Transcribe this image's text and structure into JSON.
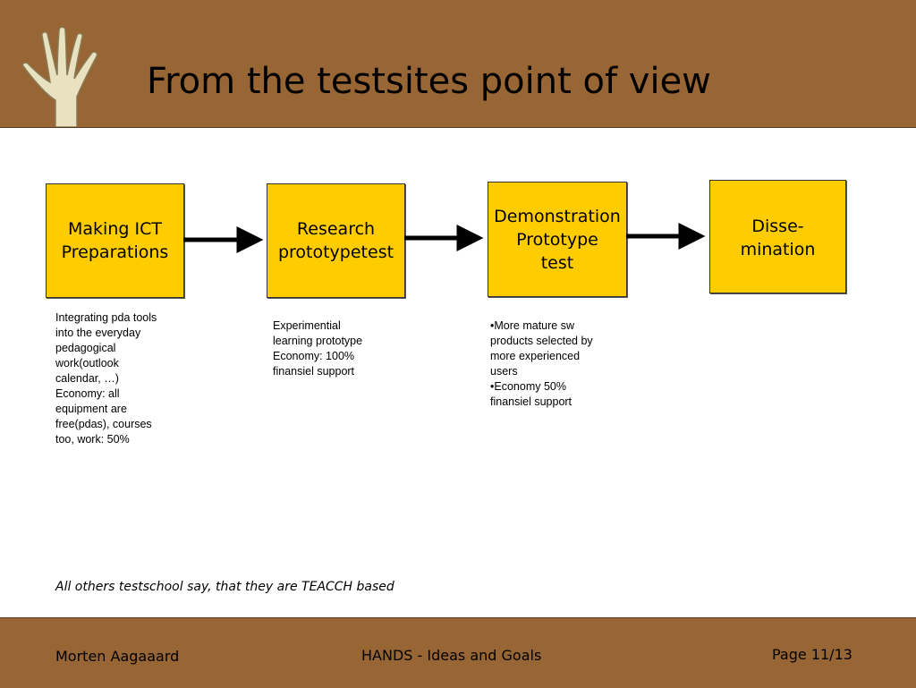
{
  "header": {
    "title": "From the testsites point of view",
    "logo_icon": "hand-icon"
  },
  "flow": {
    "steps": [
      {
        "label": "Making ICT\nPreparations"
      },
      {
        "label": "Research\nprototypetest"
      },
      {
        "label": "Demonstration\nPrototype\ntest"
      },
      {
        "label": "Disse-\nmination"
      }
    ],
    "notes": [
      "Integrating pda tools\ninto the everyday\npedagogical\nwork(outlook\ncalendar, …)\nEconomy: all\nequipment are\nfree(pdas), courses\ntoo, work: 50%",
      "Experimential\nlearning prototype\nEconomy: 100%\nfinansiel support",
      "•More mature sw\nproducts selected by\nmore experienced\nusers\n•Economy 50%\nfinansiel support"
    ]
  },
  "footnote": "All others testschool say, that they are TEACCH based",
  "footer": {
    "author": "Morten Aagaaard",
    "project": "HANDS - Ideas and Goals",
    "page": "Page 11/13"
  },
  "colors": {
    "header_bg": "#986535",
    "box_fill": "#ffcc00",
    "arrow": "#000000"
  }
}
